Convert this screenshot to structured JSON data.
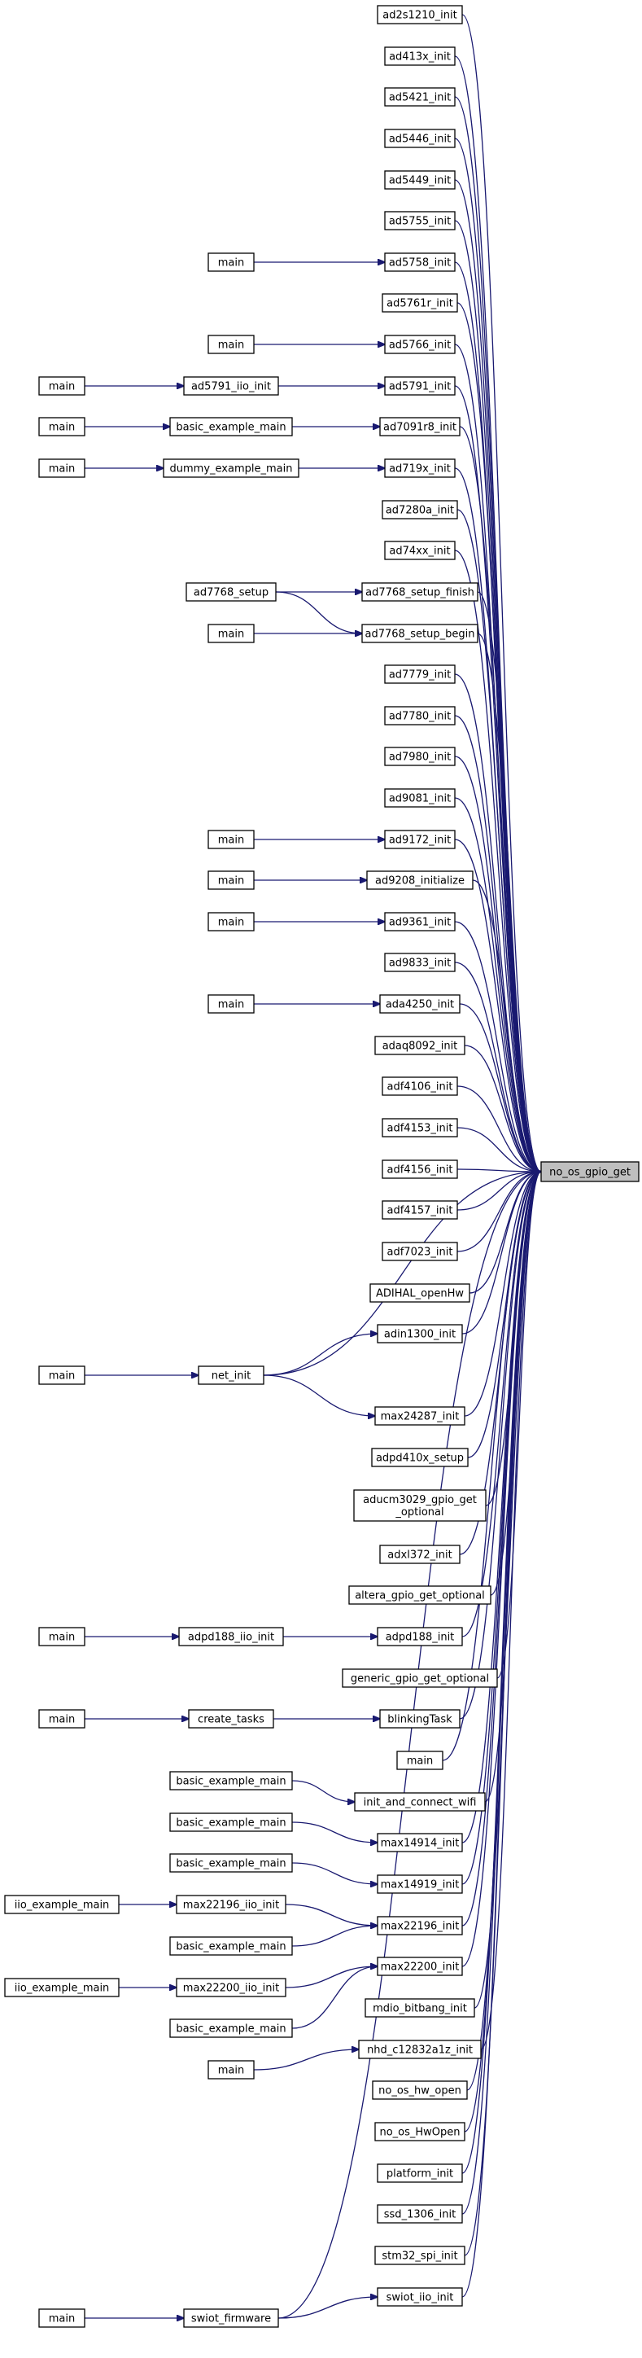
{
  "target": "no_os_gpio_get",
  "nodes": [
    {
      "id": "ad2s1210_init",
      "label": [
        "ad2s1210_init"
      ]
    },
    {
      "id": "ad413x_init",
      "label": [
        "ad413x_init"
      ]
    },
    {
      "id": "ad5421_init",
      "label": [
        "ad5421_init"
      ]
    },
    {
      "id": "ad5446_init",
      "label": [
        "ad5446_init"
      ]
    },
    {
      "id": "ad5449_init",
      "label": [
        "ad5449_init"
      ]
    },
    {
      "id": "ad5755_init",
      "label": [
        "ad5755_init"
      ]
    },
    {
      "id": "ad5758_init",
      "label": [
        "ad5758_init"
      ]
    },
    {
      "id": "ad5761r_init",
      "label": [
        "ad5761r_init"
      ]
    },
    {
      "id": "ad5766_init",
      "label": [
        "ad5766_init"
      ]
    },
    {
      "id": "ad5791_init",
      "label": [
        "ad5791_init"
      ]
    },
    {
      "id": "ad7091r8_init",
      "label": [
        "ad7091r8_init"
      ]
    },
    {
      "id": "ad719x_init",
      "label": [
        "ad719x_init"
      ]
    },
    {
      "id": "ad7280a_init",
      "label": [
        "ad7280a_init"
      ]
    },
    {
      "id": "ad74xx_init",
      "label": [
        "ad74xx_init"
      ]
    },
    {
      "id": "ad7768_setup_finish",
      "label": [
        "ad7768_setup_finish"
      ]
    },
    {
      "id": "ad7768_setup_begin",
      "label": [
        "ad7768_setup_begin"
      ]
    },
    {
      "id": "ad7779_init",
      "label": [
        "ad7779_init"
      ]
    },
    {
      "id": "ad7780_init",
      "label": [
        "ad7780_init"
      ]
    },
    {
      "id": "ad7980_init",
      "label": [
        "ad7980_init"
      ]
    },
    {
      "id": "ad9081_init",
      "label": [
        "ad9081_init"
      ]
    },
    {
      "id": "ad9172_init",
      "label": [
        "ad9172_init"
      ]
    },
    {
      "id": "ad9208_initialize",
      "label": [
        "ad9208_initialize"
      ]
    },
    {
      "id": "ad9361_init",
      "label": [
        "ad9361_init"
      ]
    },
    {
      "id": "ad9833_init",
      "label": [
        "ad9833_init"
      ]
    },
    {
      "id": "ada4250_init",
      "label": [
        "ada4250_init"
      ]
    },
    {
      "id": "adaq8092_init",
      "label": [
        "adaq8092_init"
      ]
    },
    {
      "id": "adf4106_init",
      "label": [
        "adf4106_init"
      ]
    },
    {
      "id": "adf4153_init",
      "label": [
        "adf4153_init"
      ]
    },
    {
      "id": "adf4156_init",
      "label": [
        "adf4156_init"
      ]
    },
    {
      "id": "adf4157_init",
      "label": [
        "adf4157_init"
      ]
    },
    {
      "id": "adf7023_init",
      "label": [
        "adf7023_init"
      ]
    },
    {
      "id": "ADIHAL_openHw",
      "label": [
        "ADIHAL_openHw"
      ]
    },
    {
      "id": "adin1300_init",
      "label": [
        "adin1300_init"
      ]
    },
    {
      "id": "net_init",
      "label": [
        "net_init"
      ]
    },
    {
      "id": "max24287_init",
      "label": [
        "max24287_init"
      ]
    },
    {
      "id": "adpd410x_setup",
      "label": [
        "adpd410x_setup"
      ]
    },
    {
      "id": "aducm3029_gpio_get_optional",
      "label": [
        "aducm3029_gpio_get",
        "_optional"
      ]
    },
    {
      "id": "adxl372_init",
      "label": [
        "adxl372_init"
      ]
    },
    {
      "id": "altera_gpio_get_optional",
      "label": [
        "altera_gpio_get_optional"
      ]
    },
    {
      "id": "adpd188_iio_init",
      "label": [
        "adpd188_iio_init"
      ]
    },
    {
      "id": "adpd188_init",
      "label": [
        "adpd188_init"
      ]
    },
    {
      "id": "generic_gpio_get_optional",
      "label": [
        "generic_gpio_get_optional"
      ]
    },
    {
      "id": "create_tasks",
      "label": [
        "create_tasks"
      ]
    },
    {
      "id": "blinkingTask",
      "label": [
        "blinkingTask"
      ]
    },
    {
      "id": "main_direct",
      "label": [
        "main"
      ]
    },
    {
      "id": "init_and_connect_wifi",
      "label": [
        "init_and_connect_wifi"
      ]
    },
    {
      "id": "max14914_init",
      "label": [
        "max14914_init"
      ]
    },
    {
      "id": "max14919_init",
      "label": [
        "max14919_init"
      ]
    },
    {
      "id": "max22196_iio_init",
      "label": [
        "max22196_iio_init"
      ]
    },
    {
      "id": "max22196_init",
      "label": [
        "max22196_init"
      ]
    },
    {
      "id": "max22200_iio_init",
      "label": [
        "max22200_iio_init"
      ]
    },
    {
      "id": "max22200_init",
      "label": [
        "max22200_init"
      ]
    },
    {
      "id": "mdio_bitbang_init",
      "label": [
        "mdio_bitbang_init"
      ]
    },
    {
      "id": "nhd_c12832a1z_init",
      "label": [
        "nhd_c12832a1z_init"
      ]
    },
    {
      "id": "no_os_hw_open",
      "label": [
        "no_os_hw_open"
      ]
    },
    {
      "id": "no_os_HwOpen",
      "label": [
        "no_os_HwOpen"
      ]
    },
    {
      "id": "platform_init",
      "label": [
        "platform_init"
      ]
    },
    {
      "id": "ssd_1306_init",
      "label": [
        "ssd_1306_init"
      ]
    },
    {
      "id": "stm32_spi_init",
      "label": [
        "stm32_spi_init"
      ]
    },
    {
      "id": "swiot_iio_init",
      "label": [
        "swiot_iio_init"
      ]
    },
    {
      "id": "swiot_firmware",
      "label": [
        "swiot_firmware"
      ]
    },
    {
      "id": "main_ad5758",
      "label": [
        "main"
      ]
    },
    {
      "id": "main_ad5766",
      "label": [
        "main"
      ]
    },
    {
      "id": "ad5791_iio_init",
      "label": [
        "ad5791_iio_init"
      ]
    },
    {
      "id": "main_ad5791",
      "label": [
        "main"
      ]
    },
    {
      "id": "basic_example_main_ad7091",
      "label": [
        "basic_example_main"
      ]
    },
    {
      "id": "main_ad7091",
      "label": [
        "main"
      ]
    },
    {
      "id": "dummy_example_main",
      "label": [
        "dummy_example_main"
      ]
    },
    {
      "id": "main_ad719x",
      "label": [
        "main"
      ]
    },
    {
      "id": "ad7768_setup",
      "label": [
        "ad7768_setup"
      ]
    },
    {
      "id": "main_ad7768",
      "label": [
        "main"
      ]
    },
    {
      "id": "main_ad9172",
      "label": [
        "main"
      ]
    },
    {
      "id": "main_ad9208",
      "label": [
        "main"
      ]
    },
    {
      "id": "main_ad9361",
      "label": [
        "main"
      ]
    },
    {
      "id": "main_ada4250",
      "label": [
        "main"
      ]
    },
    {
      "id": "main_net",
      "label": [
        "main"
      ]
    },
    {
      "id": "main_adpd188",
      "label": [
        "main"
      ]
    },
    {
      "id": "main_tasks",
      "label": [
        "main"
      ]
    },
    {
      "id": "basic_example_main_wifi",
      "label": [
        "basic_example_main"
      ]
    },
    {
      "id": "basic_example_main_14914",
      "label": [
        "basic_example_main"
      ]
    },
    {
      "id": "basic_example_main_14919",
      "label": [
        "basic_example_main"
      ]
    },
    {
      "id": "iio_example_main_22196",
      "label": [
        "iio_example_main"
      ]
    },
    {
      "id": "basic_example_main_22196",
      "label": [
        "basic_example_main"
      ]
    },
    {
      "id": "iio_example_main_22200",
      "label": [
        "iio_example_main"
      ]
    },
    {
      "id": "basic_example_main_22200",
      "label": [
        "basic_example_main"
      ]
    },
    {
      "id": "main_nhd",
      "label": [
        "main"
      ]
    },
    {
      "id": "main_swiot",
      "label": [
        "main"
      ]
    }
  ],
  "edges": [
    [
      "ad2s1210_init",
      "no_os_gpio_get"
    ],
    [
      "ad413x_init",
      "no_os_gpio_get"
    ],
    [
      "ad5421_init",
      "no_os_gpio_get"
    ],
    [
      "ad5446_init",
      "no_os_gpio_get"
    ],
    [
      "ad5449_init",
      "no_os_gpio_get"
    ],
    [
      "ad5755_init",
      "no_os_gpio_get"
    ],
    [
      "ad5758_init",
      "no_os_gpio_get"
    ],
    [
      "ad5761r_init",
      "no_os_gpio_get"
    ],
    [
      "ad5766_init",
      "no_os_gpio_get"
    ],
    [
      "ad5791_init",
      "no_os_gpio_get"
    ],
    [
      "ad7091r8_init",
      "no_os_gpio_get"
    ],
    [
      "ad719x_init",
      "no_os_gpio_get"
    ],
    [
      "ad7280a_init",
      "no_os_gpio_get"
    ],
    [
      "ad74xx_init",
      "no_os_gpio_get"
    ],
    [
      "ad7768_setup_finish",
      "no_os_gpio_get"
    ],
    [
      "ad7768_setup_begin",
      "no_os_gpio_get"
    ],
    [
      "ad7779_init",
      "no_os_gpio_get"
    ],
    [
      "ad7780_init",
      "no_os_gpio_get"
    ],
    [
      "ad7980_init",
      "no_os_gpio_get"
    ],
    [
      "ad9081_init",
      "no_os_gpio_get"
    ],
    [
      "ad9172_init",
      "no_os_gpio_get"
    ],
    [
      "ad9208_initialize",
      "no_os_gpio_get"
    ],
    [
      "ad9361_init",
      "no_os_gpio_get"
    ],
    [
      "ad9833_init",
      "no_os_gpio_get"
    ],
    [
      "ada4250_init",
      "no_os_gpio_get"
    ],
    [
      "adaq8092_init",
      "no_os_gpio_get"
    ],
    [
      "adf4106_init",
      "no_os_gpio_get"
    ],
    [
      "adf4153_init",
      "no_os_gpio_get"
    ],
    [
      "adf4156_init",
      "no_os_gpio_get"
    ],
    [
      "adf4157_init",
      "no_os_gpio_get"
    ],
    [
      "adf7023_init",
      "no_os_gpio_get"
    ],
    [
      "ADIHAL_openHw",
      "no_os_gpio_get"
    ],
    [
      "adin1300_init",
      "no_os_gpio_get"
    ],
    [
      "net_init",
      "no_os_gpio_get"
    ],
    [
      "max24287_init",
      "no_os_gpio_get"
    ],
    [
      "adpd410x_setup",
      "no_os_gpio_get"
    ],
    [
      "aducm3029_gpio_get_optional",
      "no_os_gpio_get"
    ],
    [
      "adxl372_init",
      "no_os_gpio_get"
    ],
    [
      "altera_gpio_get_optional",
      "no_os_gpio_get"
    ],
    [
      "adpd188_init",
      "no_os_gpio_get"
    ],
    [
      "generic_gpio_get_optional",
      "no_os_gpio_get"
    ],
    [
      "blinkingTask",
      "no_os_gpio_get"
    ],
    [
      "main_direct",
      "no_os_gpio_get"
    ],
    [
      "init_and_connect_wifi",
      "no_os_gpio_get"
    ],
    [
      "max14914_init",
      "no_os_gpio_get"
    ],
    [
      "max14919_init",
      "no_os_gpio_get"
    ],
    [
      "max22196_init",
      "no_os_gpio_get"
    ],
    [
      "max22200_init",
      "no_os_gpio_get"
    ],
    [
      "mdio_bitbang_init",
      "no_os_gpio_get"
    ],
    [
      "nhd_c12832a1z_init",
      "no_os_gpio_get"
    ],
    [
      "no_os_hw_open",
      "no_os_gpio_get"
    ],
    [
      "no_os_HwOpen",
      "no_os_gpio_get"
    ],
    [
      "platform_init",
      "no_os_gpio_get"
    ],
    [
      "ssd_1306_init",
      "no_os_gpio_get"
    ],
    [
      "stm32_spi_init",
      "no_os_gpio_get"
    ],
    [
      "swiot_iio_init",
      "no_os_gpio_get"
    ],
    [
      "swiot_firmware",
      "no_os_gpio_get"
    ],
    [
      "main_ad5758",
      "ad5758_init"
    ],
    [
      "main_ad5766",
      "ad5766_init"
    ],
    [
      "ad5791_iio_init",
      "ad5791_init"
    ],
    [
      "main_ad5791",
      "ad5791_iio_init"
    ],
    [
      "basic_example_main_ad7091",
      "ad7091r8_init"
    ],
    [
      "main_ad7091",
      "basic_example_main_ad7091"
    ],
    [
      "dummy_example_main",
      "ad719x_init"
    ],
    [
      "main_ad719x",
      "dummy_example_main"
    ],
    [
      "ad7768_setup",
      "ad7768_setup_finish"
    ],
    [
      "ad7768_setup",
      "ad7768_setup_begin"
    ],
    [
      "main_ad7768",
      "ad7768_setup_begin"
    ],
    [
      "main_ad9172",
      "ad9172_init"
    ],
    [
      "main_ad9208",
      "ad9208_initialize"
    ],
    [
      "main_ad9361",
      "ad9361_init"
    ],
    [
      "main_ada4250",
      "ada4250_init"
    ],
    [
      "net_init",
      "adin1300_init"
    ],
    [
      "net_init",
      "max24287_init"
    ],
    [
      "main_net",
      "net_init"
    ],
    [
      "adpd188_iio_init",
      "adpd188_init"
    ],
    [
      "main_adpd188",
      "adpd188_iio_init"
    ],
    [
      "create_tasks",
      "blinkingTask"
    ],
    [
      "main_tasks",
      "create_tasks"
    ],
    [
      "basic_example_main_wifi",
      "init_and_connect_wifi"
    ],
    [
      "basic_example_main_14914",
      "max14914_init"
    ],
    [
      "basic_example_main_14919",
      "max14919_init"
    ],
    [
      "max22196_iio_init",
      "max22196_init"
    ],
    [
      "iio_example_main_22196",
      "max22196_iio_init"
    ],
    [
      "basic_example_main_22196",
      "max22196_init"
    ],
    [
      "max22200_iio_init",
      "max22200_init"
    ],
    [
      "iio_example_main_22200",
      "max22200_iio_init"
    ],
    [
      "basic_example_main_22200",
      "max22200_init"
    ],
    [
      "main_nhd",
      "nhd_c12832a1z_init"
    ],
    [
      "swiot_firmware",
      "swiot_iio_init"
    ],
    [
      "main_swiot",
      "swiot_firmware"
    ]
  ]
}
